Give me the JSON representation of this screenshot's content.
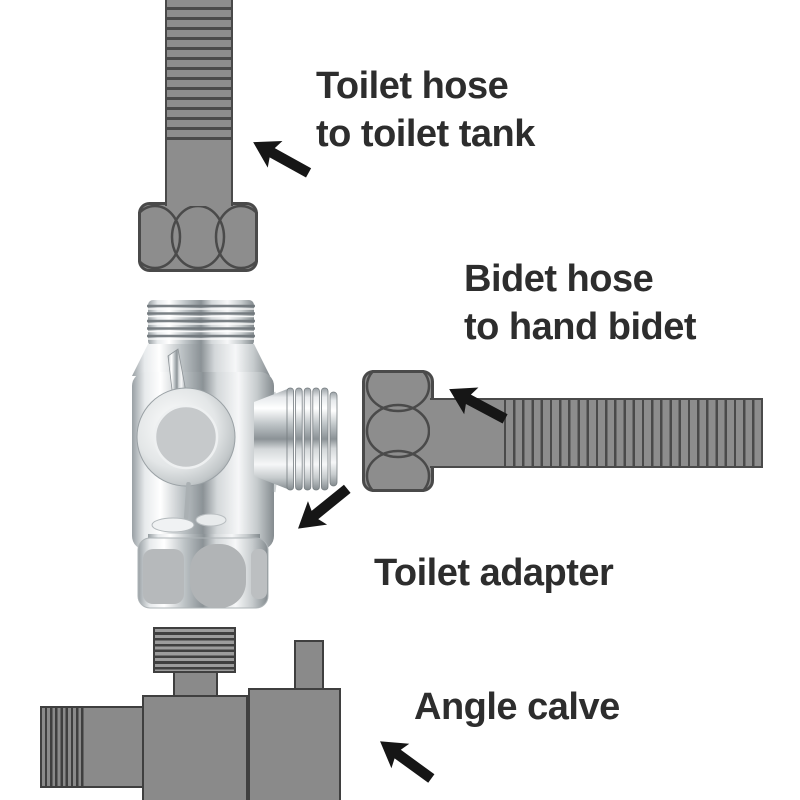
{
  "title": "Toilet bidet T-adapter hookup diagram",
  "colors": {
    "background": "#ffffff",
    "diagram_gray": "#8d8d8d",
    "diagram_outline": "#4a4a4a",
    "label_text": "#2d2d2d",
    "arrow_black": "#161616",
    "chrome_light": "#ffffff",
    "chrome_mid": "#c6cbcd",
    "chrome_dark": "#8b9296"
  },
  "labels": {
    "toilet_hose": {
      "line1": "Toilet hose",
      "line2": "to toilet tank"
    },
    "bidet_hose": {
      "line1": "Bidet hose",
      "line2": "to hand bidet"
    },
    "toilet_adapter": {
      "text": "Toilet adapter"
    },
    "angle_valve": {
      "text": "Angle calve"
    }
  },
  "parts": {
    "toilet_hose_graphic": "corrugated-hose-with-hex-nut",
    "bidet_hose_graphic": "corrugated-hose-with-hex-nut",
    "toilet_adapter_graphic": "chrome-3-way-t-adapter",
    "angle_valve_graphic": "angle-valve-outline"
  }
}
